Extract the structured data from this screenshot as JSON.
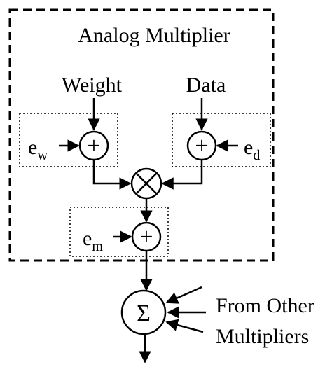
{
  "diagram": {
    "title": "Analog Multiplier",
    "inputs": {
      "weight": "Weight",
      "data": "Data"
    },
    "errors": {
      "weight": {
        "base": "e",
        "sub": "w"
      },
      "data": {
        "base": "e",
        "sub": "d"
      },
      "multiplier": {
        "base": "e",
        "sub": "m"
      }
    },
    "operators": {
      "adder": "+",
      "multiplier": "×",
      "summer": "Σ"
    },
    "external": {
      "line1": "From Other",
      "line2": "Multipliers"
    }
  }
}
